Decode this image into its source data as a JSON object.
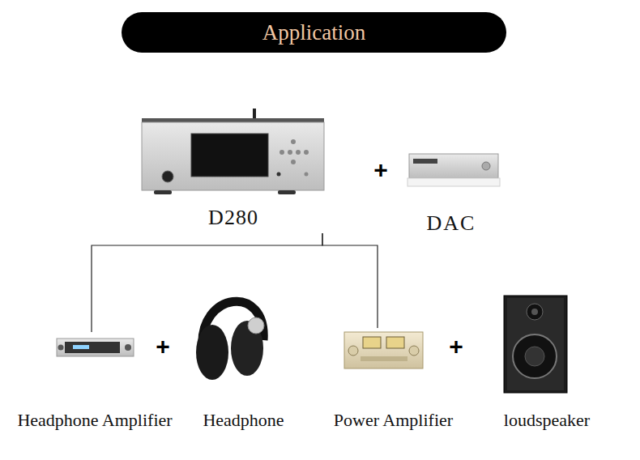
{
  "diagram": {
    "title": "Application",
    "nodes": [
      {
        "text": [
          "D280"
        ]
      },
      {
        "text": [
          "DAC"
        ]
      },
      {
        "text": [
          "Headphone Amplifier"
        ]
      },
      {
        "text": [
          "Headphone"
        ]
      },
      {
        "text": [
          "Power Amplifier"
        ]
      },
      {
        "text": [
          "loudspeaker"
        ]
      }
    ],
    "edges": [
      {
        "from": 0,
        "to": 2,
        "arrow": "none"
      },
      {
        "from": 0,
        "to": 4,
        "arrow": "none"
      }
    ],
    "labels": [
      "+",
      "+",
      "+"
    ]
  }
}
